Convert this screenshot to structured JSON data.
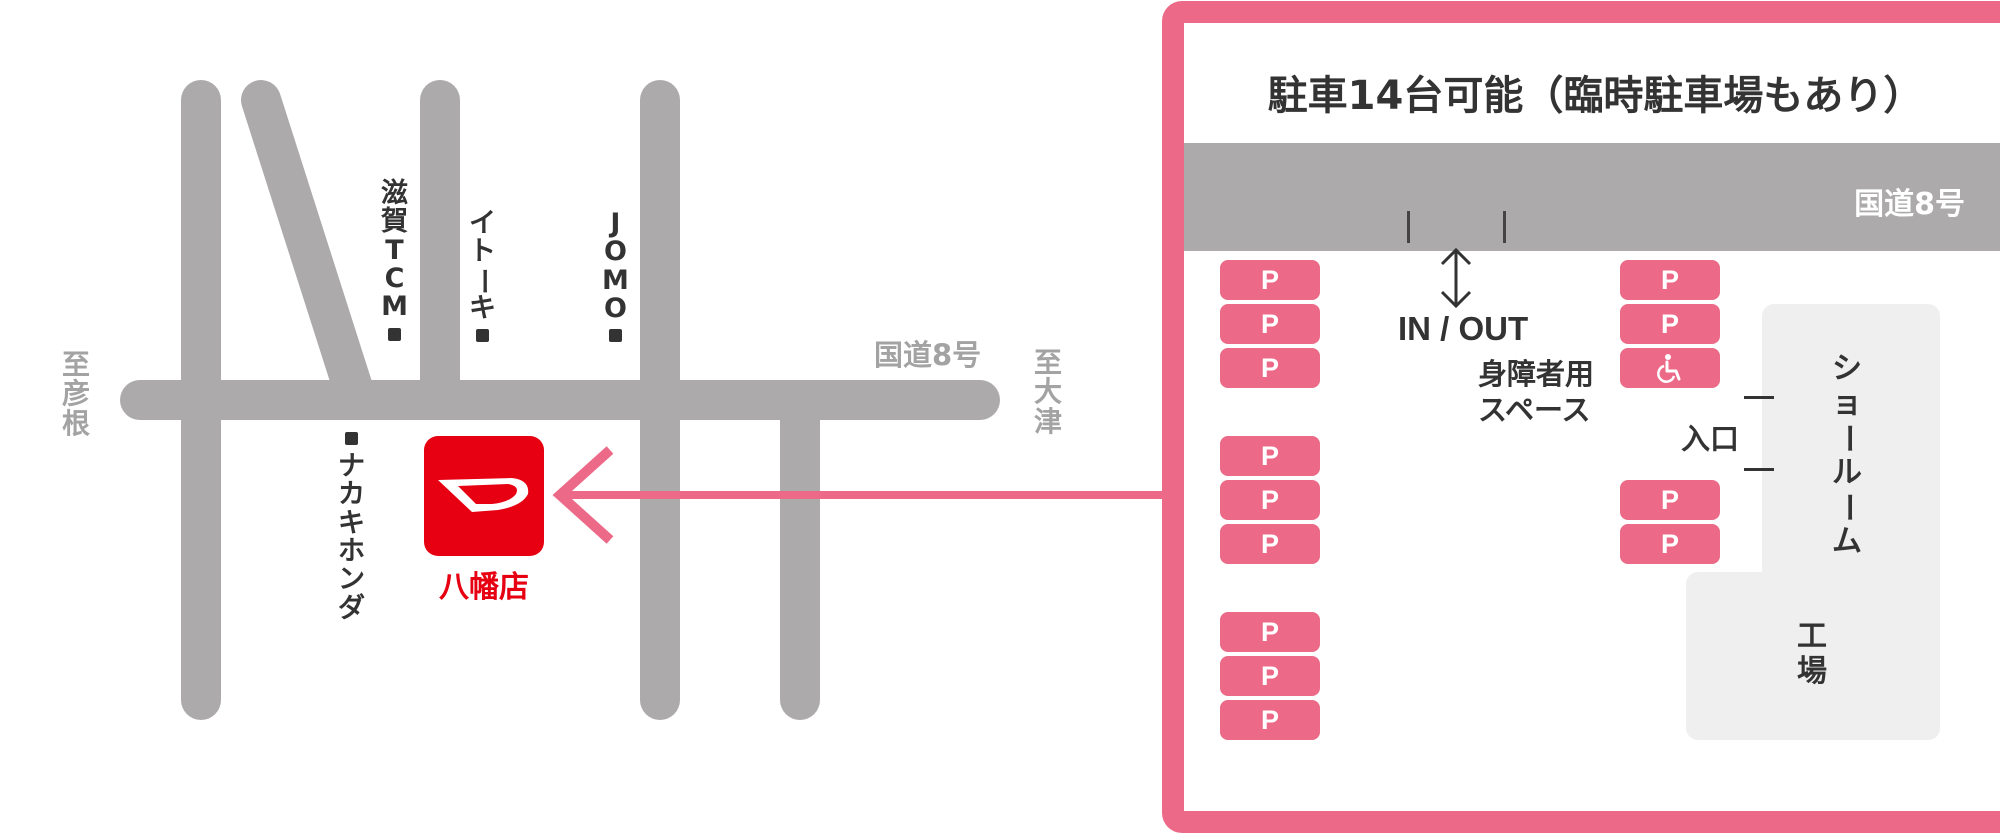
{
  "map": {
    "road_label": "国道8号",
    "direction_left": "至彦根",
    "direction_right": "至大津",
    "landmarks": {
      "shiga_tcm": "滋賀TCM",
      "itoki": "イトーキ",
      "jomo": "JOMO",
      "nakaki_honda": "ナカキホンダ"
    },
    "store": {
      "name": "八幡店",
      "logo": "daihatsu-logo-icon"
    }
  },
  "parking": {
    "title": "駐車14台可能（臨時駐車場もあり）",
    "road_label": "国道8号",
    "entry_label": "IN / OUT",
    "spot_label": "P",
    "accessible_label_line1": "身障者用",
    "accessible_label_line2": "スペース",
    "entrance_label": "入口",
    "showroom_label": "ショールーム",
    "workshop_label": "工場",
    "icons": {
      "accessible": "wheelchair-icon",
      "entry_arrow": "double-arrow-icon"
    }
  },
  "colors": {
    "accent_pink": "#ec6a88",
    "road_gray": "#acaaab",
    "brand_red": "#e60012"
  }
}
